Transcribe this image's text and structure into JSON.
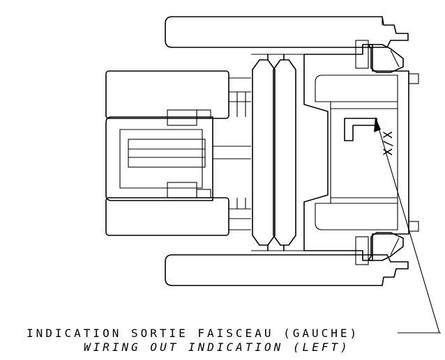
{
  "drawing": {
    "marking": "X/X",
    "label_fr": "INDICATION SORTIE FAISCEAU (GAUCHE)",
    "label_en": "WIRING OUT INDICATION (LEFT)"
  }
}
